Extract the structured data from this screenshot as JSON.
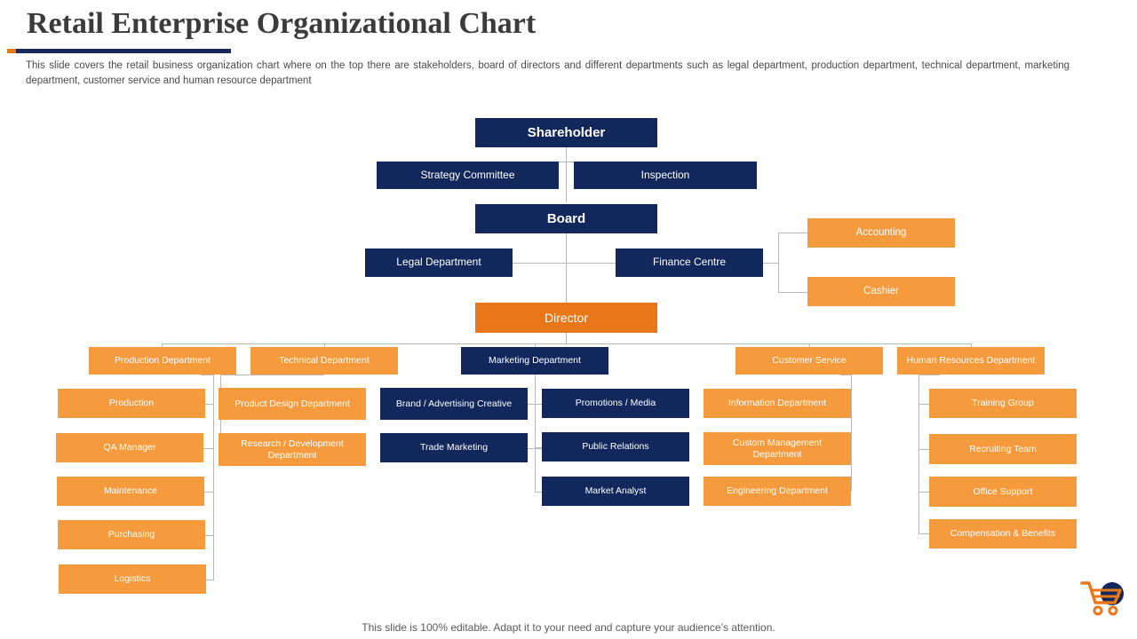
{
  "header": {
    "title": "Retail Enterprise Organizational Chart",
    "subtitle": "This slide covers the retail business organization chart where on the top there are stakeholders, board of directors and different departments such as legal department, production department, technical department, marketing department, customer service and human resource department"
  },
  "footer": {
    "note": "This slide is 100% editable. Adapt it to your need and capture your audience’s attention."
  },
  "colors": {
    "navy": "#12285c",
    "orange": "#f59a3d",
    "orange_dark": "#e8771a",
    "rule": "#1b2a5e",
    "connector": "#b9b9b9"
  },
  "chart": {
    "nodes": {
      "shareholder": "Shareholder",
      "strategy_committee": "Strategy Committee",
      "inspection": "Inspection",
      "board": "Board",
      "legal_department": "Legal Department",
      "finance_centre": "Finance Centre",
      "accounting": "Accounting",
      "cashier": "Cashier",
      "director": "Director",
      "production_department": "Production Department",
      "technical_department": "Technical Department",
      "marketing_department": "Marketing Department",
      "customer_service": "Customer Service",
      "human_resources_department": "Human Resources Department",
      "production": "Production",
      "qa_manager": "QA Manager",
      "maintenance": "Maintenance",
      "purchasing": "Purchasing",
      "logistics": "Logistics",
      "product_design_department": "Product Design Department",
      "research_development_department": "Research / Development Department",
      "brand_advertising_creative": "Brand / Advertising Creative",
      "trade_marketing": "Trade Marketing",
      "promotions_media": "Promotions / Media",
      "public_relations": "Public Relations",
      "market_analyst": "Market Analyst",
      "information_department": "Information Department",
      "custom_management_department": "Custom Management Department",
      "engineering_department": "Engineering Department",
      "training_group": "Training Group",
      "recruiting_team": "Recruiting Team",
      "office_support": "Office Support",
      "compensation_benefits": "Compensation & Benefits"
    }
  }
}
